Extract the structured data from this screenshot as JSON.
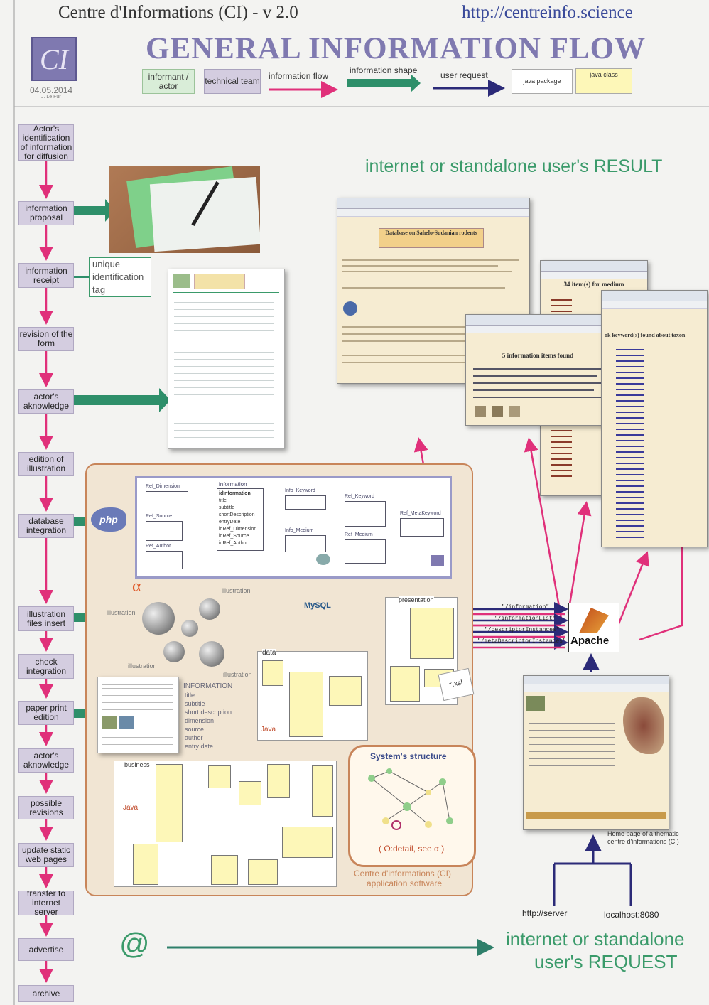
{
  "header": {
    "left_title": "Centre d'Informations (CI) - v 2.0",
    "url": "http://centreinfo.science",
    "main_title": "GENERAL INFORMATION FLOW",
    "logo_text": "CI",
    "date": "04.05.2014",
    "author": "J. Le Fur"
  },
  "legend": {
    "informant": "informant / actor",
    "technical": "technical team",
    "info_flow": "information flow",
    "info_shape": "information shape",
    "user_request": "user request",
    "java_package": "java package",
    "java_class": "java class"
  },
  "steps": [
    "Actor's identification of information for diffusion",
    "information proposal",
    "information receipt",
    "revision of the form",
    "actor's aknowledge",
    "edition of illustration",
    "database integration",
    "illustration files insert",
    "check integration",
    "paper print edition",
    "actor's aknowledge",
    "possible revisions",
    "update static web pages",
    "transfer to internet server",
    "advertise",
    "archive"
  ],
  "labels": {
    "unique_tag": "unique identification tag",
    "result_title": "internet or standalone user's RESULT",
    "request_title_1": "internet or standalone",
    "request_title_2": "user's REQUEST",
    "at_sign": "@",
    "home_caption": "Home page of a thematic centre d'informations (CI)",
    "server_url": "http://server",
    "localhost": "localhost:8080",
    "apache": "Apache",
    "mysql": "MySQL",
    "php": "php",
    "presentation": "presentation",
    "data": "data",
    "business": "business",
    "java": "Java",
    "systems_structure": "System's structure",
    "detail_see": "( O:detail, see α )",
    "app_software_1": "Centre d'informations (CI)",
    "app_software_2": "application software",
    "alpha": "α",
    "information_block": "INFORMATION",
    "info_fields": [
      "title",
      "subtitle",
      "short description",
      "dimension",
      "source",
      "author",
      "entry date"
    ],
    "illustration": "illustration",
    "requests": [
      "\"/information\"",
      "\"/informationList\"",
      "\"/descriptorInstances\"",
      "\"/metaDescriptorInstances\""
    ],
    "win1_title": "Database on Sahelo-Sudanian rodents",
    "win2_title": "34 item(s) for medium",
    "win3_title": "5 information items found",
    "win4_title": "ok keyword(s) found about taxon",
    "db_information": "information",
    "db_entities": [
      "Ref_Dimension",
      "Ref_Source",
      "Ref_Author",
      "Info_Keyword",
      "Ref_Keyword",
      "Info_Medium",
      "Ref_Medium",
      "Ref_MetaKeyword"
    ],
    "db_fields": [
      "idInformation",
      "title",
      "subtitle",
      "shortDescription",
      "entryDate",
      "idRef_Dimension",
      "idRef_Source",
      "idRef_Author"
    ]
  }
}
